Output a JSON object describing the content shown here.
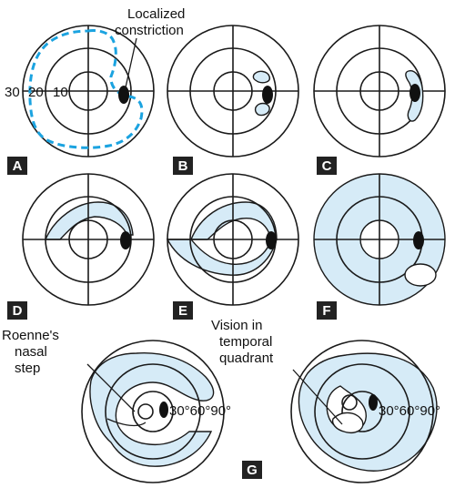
{
  "annotations": {
    "localized_constriction_1": "Localized",
    "localized_constriction_2": "constriction",
    "scale_30": "30",
    "scale_20": "20",
    "scale_10": "10",
    "roenne_1": "Roenne's",
    "roenne_2": "nasal",
    "roenne_3": "step",
    "vision_1": "Vision in",
    "vision_2": "temporal",
    "vision_3": "quadrant",
    "degrees_left": "30°60°90°",
    "degrees_right": "30°60°90°"
  },
  "panels": [
    "A",
    "B",
    "C",
    "D",
    "E",
    "F",
    "G"
  ],
  "colors": {
    "field_shading": "#d6ebf7",
    "dashed_boundary": "#1ba3e0",
    "badge": "#222222"
  }
}
